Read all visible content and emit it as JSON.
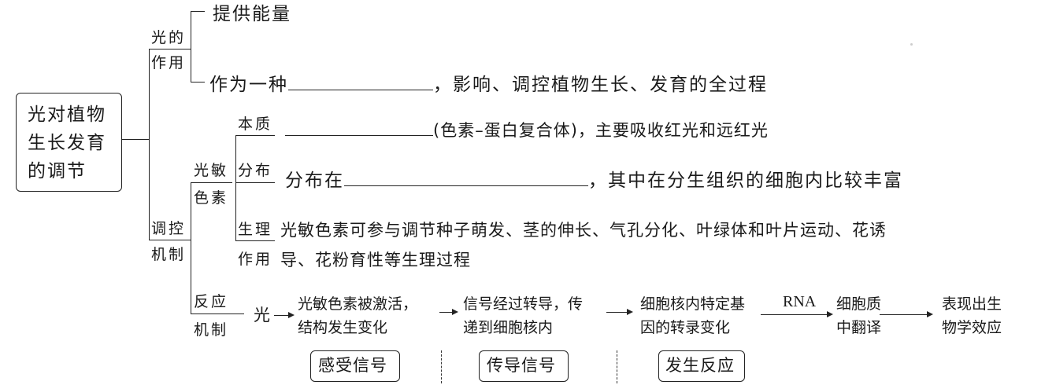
{
  "root": {
    "lines": [
      "光对植物",
      "生长发育",
      "的调节"
    ]
  },
  "light_role": {
    "label_top": "光的",
    "label_bottom": "作用",
    "item1": "提供能量",
    "item2_prefix": "作为一种",
    "item2_suffix": "，影响、调控植物生长、发育的全过程"
  },
  "regulation": {
    "label_top": "调控",
    "label_bottom": "机制",
    "phytochrome": {
      "label_top": "光敏",
      "label_bottom": "色素",
      "essence": {
        "label": "本质",
        "suffix": "(色素–蛋白复合体)，主要吸收红光和远红光"
      },
      "distribution": {
        "label": "分布",
        "prefix": "分布在",
        "suffix": "，其中在分生组织的细胞内比较丰富"
      },
      "physiology": {
        "label_top": "生理",
        "label_bottom": "作用",
        "line1": "光敏色素可参与调节种子萌发、茎的伸长、气孔分化、叶绿体和叶片运动、花诱",
        "line2": "导、花粉育性等生理过程"
      }
    },
    "response": {
      "label_top": "反应",
      "label_bottom": "机制",
      "start": "光",
      "steps": [
        {
          "line1": "光敏色素被激活，",
          "line2": "结构发生变化"
        },
        {
          "line1": "信号经过转导，传",
          "line2": "递到细胞核内"
        },
        {
          "line1": "细胞核内特定基",
          "line2": "因的转录变化"
        },
        {
          "line1": "细胞质",
          "line2": "中翻译"
        },
        {
          "line1": "表现出生",
          "line2": "物学效应"
        }
      ],
      "arrow_label": "RNA",
      "stages": [
        "感受信号",
        "传导信号",
        "发生反应"
      ]
    }
  }
}
